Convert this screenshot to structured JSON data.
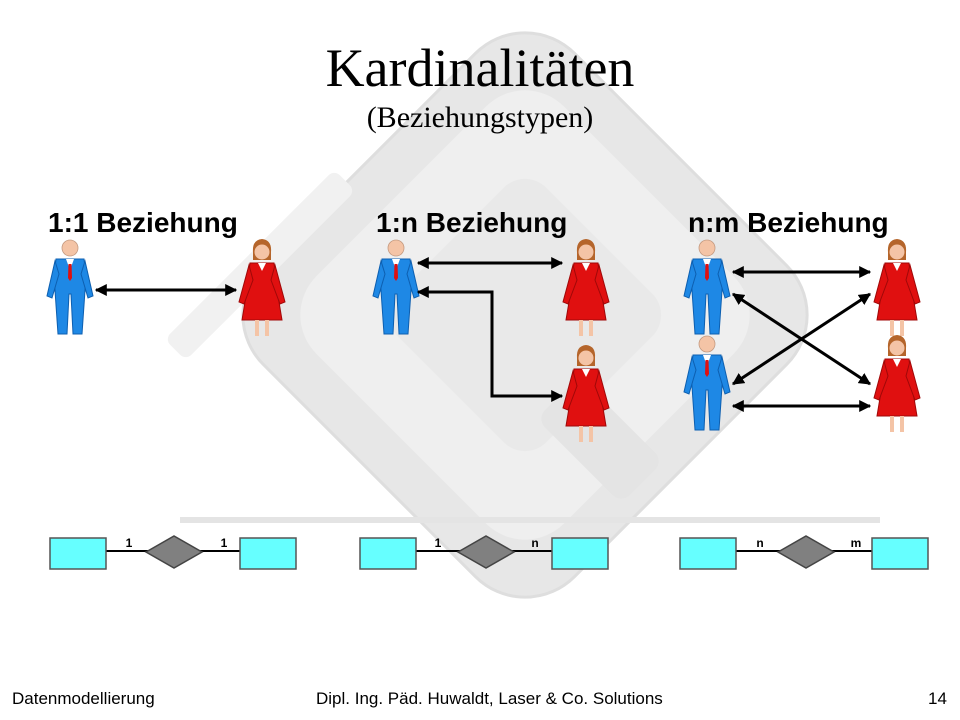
{
  "title": "Kardinalitäten",
  "subtitle": "(Beziehungstypen)",
  "columns": [
    {
      "heading": "1:1 Beziehung",
      "left_label": "1",
      "right_label": "1"
    },
    {
      "heading": "1:n Beziehung",
      "left_label": "1",
      "right_label": "n"
    },
    {
      "heading": "n:m Beziehung",
      "left_label": "n",
      "right_label": "m"
    }
  ],
  "footer": {
    "left": "Datenmodellierung",
    "center": "Dipl. Ing. Päd. Huwaldt, Laser & Co. Solutions",
    "page_number": "14"
  },
  "colors": {
    "man_suit": "#1e88e5",
    "woman_dress": "#e01010",
    "skin": "#f4c4a6",
    "hair": "#b5652b",
    "entity_fill": "#66ffff",
    "relationship_fill": "#808080",
    "background_watermark": "#d0d0d0"
  },
  "icons": [
    "man-figure-icon",
    "woman-figure-icon",
    "entity-box-icon",
    "relationship-diamond-icon"
  ]
}
